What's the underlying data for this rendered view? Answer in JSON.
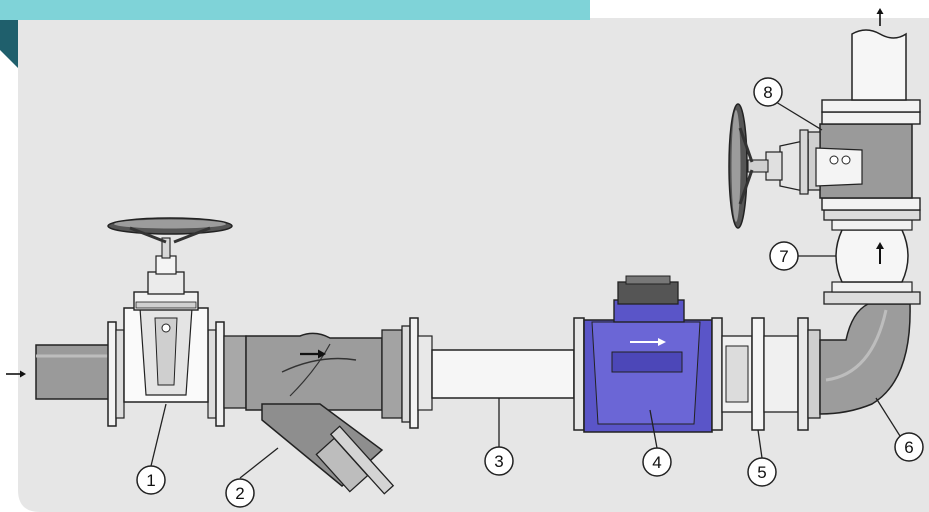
{
  "colors": {
    "header_bar": "#7fd3d8",
    "corner_tab": "#1f5f6c",
    "panel": "#e6e6e6",
    "pipe_grey": "#9a9a9a",
    "pipe_light": "#f4f4f4",
    "meter_blue": "#5a55c8",
    "outline": "#222222"
  },
  "flow_arrows": [
    {
      "id": "inlet",
      "direction": "right"
    },
    {
      "id": "outlet",
      "direction": "up"
    }
  ],
  "components": [
    {
      "number": "1",
      "part": "gate-valve"
    },
    {
      "number": "2",
      "part": "y-strainer"
    },
    {
      "number": "3",
      "part": "straight-pipe-spool"
    },
    {
      "number": "4",
      "part": "water-meter"
    },
    {
      "number": "5",
      "part": "flange-adapter"
    },
    {
      "number": "6",
      "part": "pipe-elbow"
    },
    {
      "number": "7",
      "part": "expansion-joint"
    },
    {
      "number": "8",
      "part": "gate-valve-vertical"
    }
  ]
}
